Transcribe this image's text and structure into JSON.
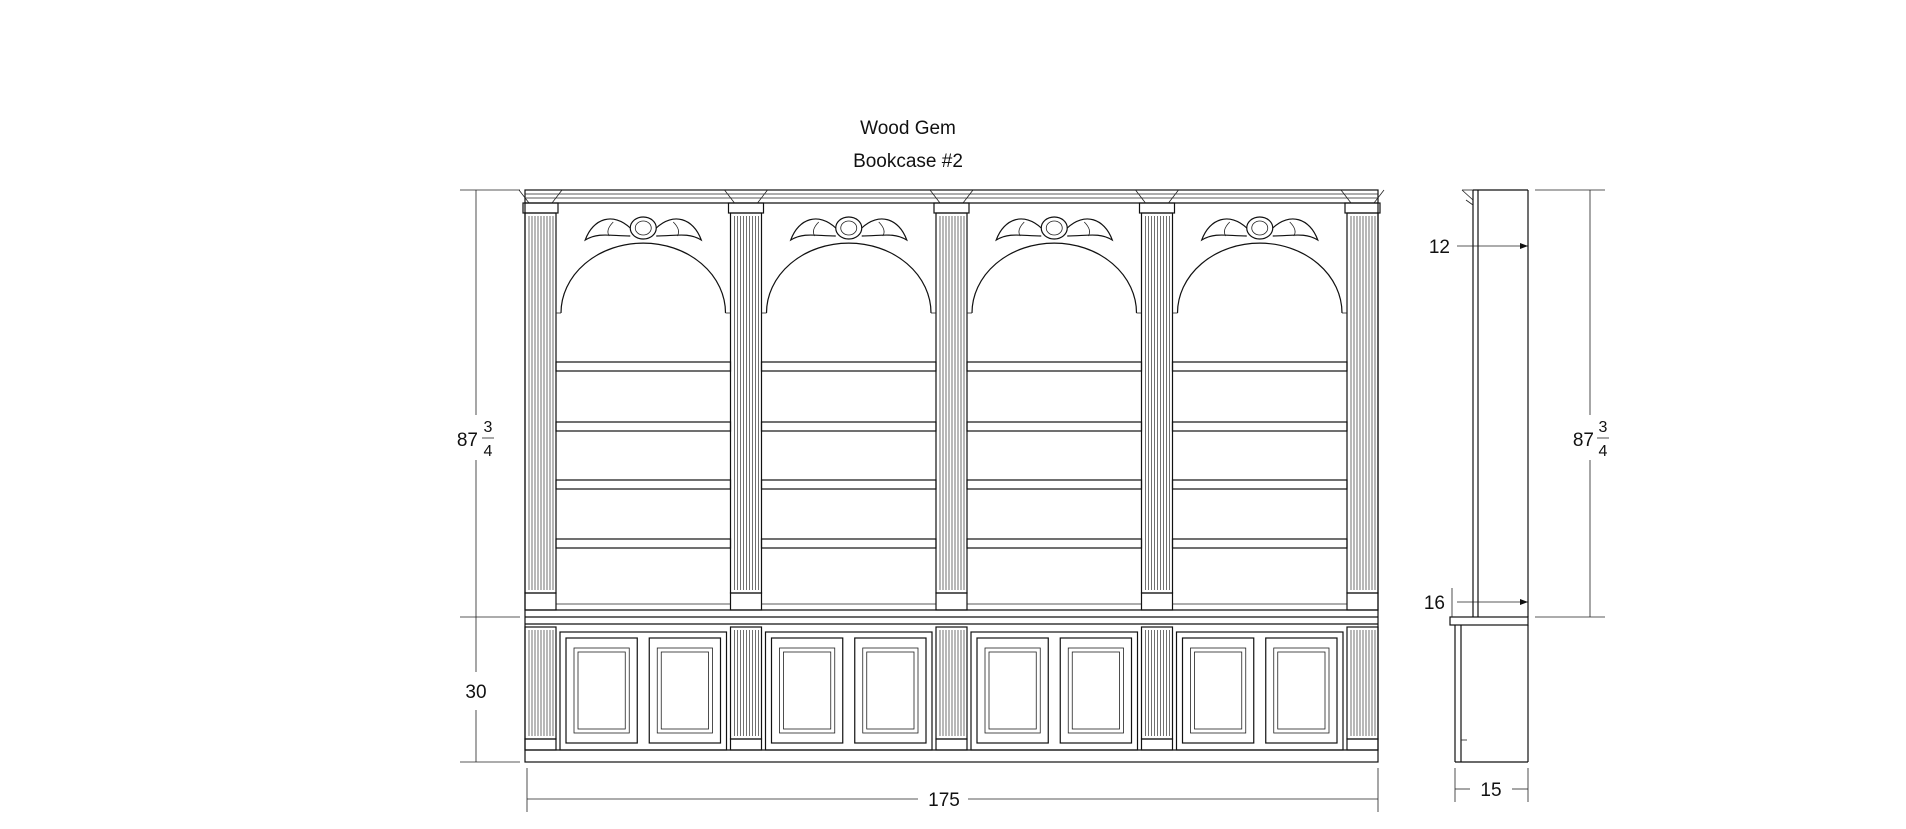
{
  "title": {
    "line1": "Wood Gem",
    "line2": "Bookcase #2"
  },
  "front_view": {
    "bay_count": 4,
    "shelves_per_bay": 4,
    "doors_per_bay": 2,
    "dimensions": {
      "upper_height_whole": "87",
      "upper_height_num": "3",
      "upper_height_den": "4",
      "lower_height": "30",
      "overall_width": "175"
    }
  },
  "side_view": {
    "dimensions": {
      "top_depth": "12",
      "counter_depth": "16",
      "upper_height_whole": "87",
      "upper_height_num": "3",
      "upper_height_den": "4",
      "base_depth": "15"
    }
  },
  "colors": {
    "line": "#111111",
    "background": "#ffffff"
  }
}
